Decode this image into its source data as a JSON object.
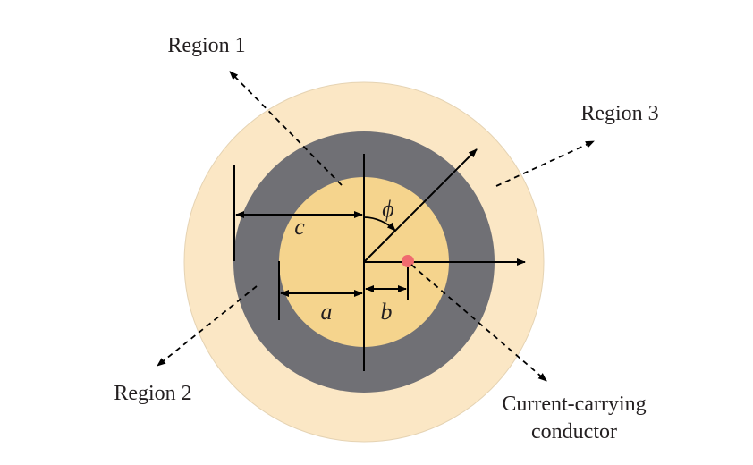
{
  "labels": {
    "region1": "Region 1",
    "region2": "Region 2",
    "region3": "Region 3",
    "conductor_line1": "Current-carrying",
    "conductor_line2": "conductor",
    "dim_a": "a",
    "dim_b": "b",
    "dim_c": "c",
    "angle_phi": "ϕ"
  },
  "colors": {
    "outer_region": "#fbe7c5",
    "shell": "#707075",
    "inner_core": "#f5d48d",
    "conductor_dot": "#f06a6f",
    "line": "#000000"
  }
}
